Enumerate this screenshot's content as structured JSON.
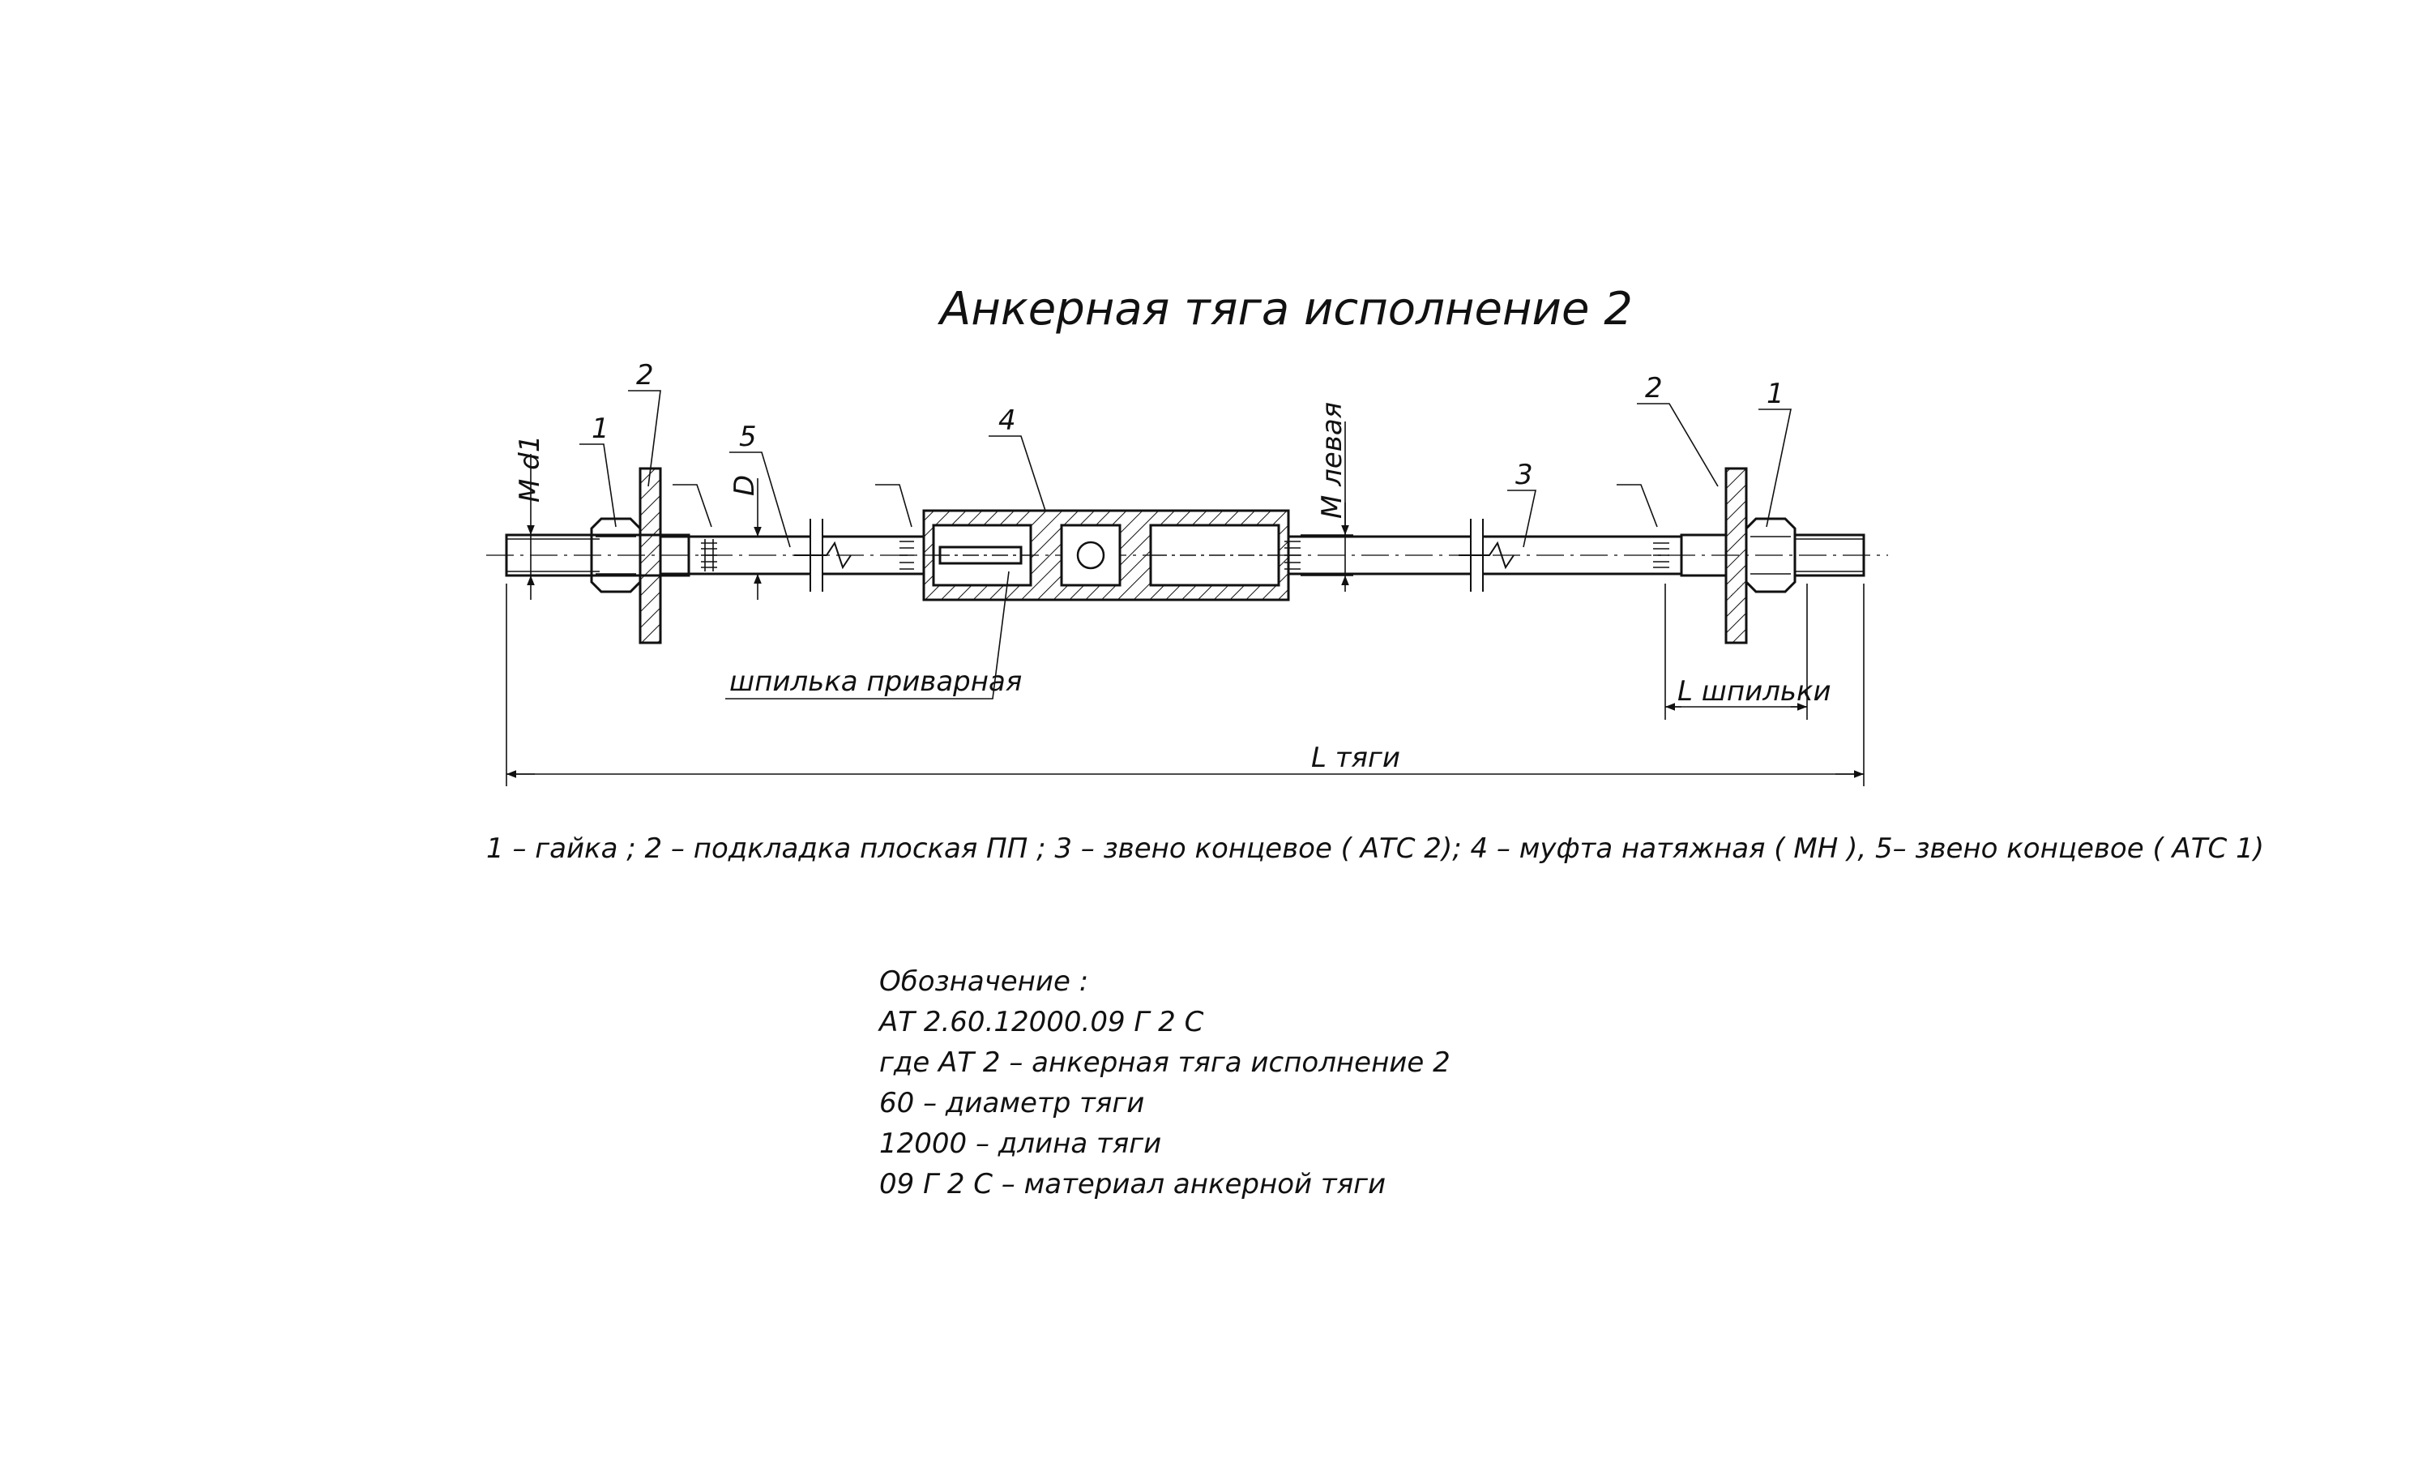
{
  "title": "Анкерная тяга исполнение  2",
  "callouts": {
    "nut_left": "1",
    "washer_left": "2",
    "link_left": "5",
    "coupling": "4",
    "link_right": "3",
    "washer_right": "2",
    "nut_right": "1"
  },
  "dimensions": {
    "md1": "M d1",
    "d": "D",
    "m_left": "M левая",
    "l_stud": "L шпильки",
    "l_rod": "L тяги"
  },
  "labels": {
    "welded_stud": "шпилька приварная"
  },
  "legend": "1 –  гайка ;  2 –  подкладка плоская ПП ;  3 –  звено концевое  ( АТС 2);  4 –  муфта натяжная  ( МН ),  5– звено концевое  ( АТС 1)",
  "designation": {
    "heading": "Обозначение :",
    "lines": [
      "АТ 2.60.12000.09 Г 2 С",
      "где АТ 2 –  анкерная тяга исполнение  2",
      "60 –  диаметр тяги",
      "12000 –  длина тяги",
      "09 Г 2 С  – материал анкерной тяги"
    ]
  }
}
